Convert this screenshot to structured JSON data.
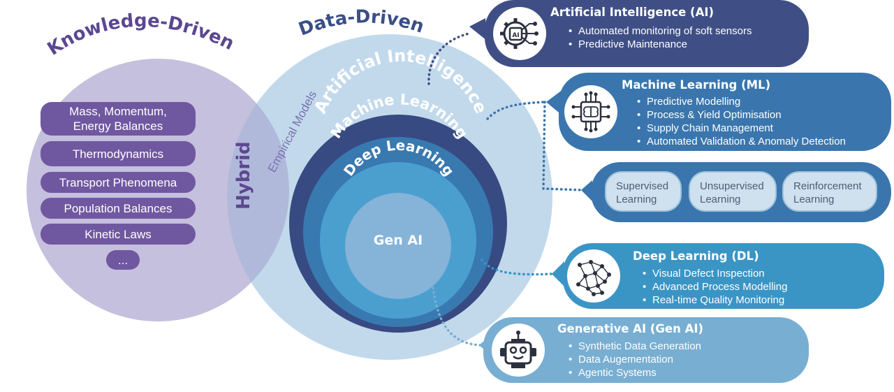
{
  "venn": {
    "knowledge_title": "Knowledge-Driven",
    "data_title": "Data-Driven",
    "hybrid_label": "Hybrid",
    "empirical_label": "Empirical Models"
  },
  "knowledge_items": [
    "Mass, Momentum,\nEnergy Balances",
    "Thermodynamics",
    "Transport Phenomena",
    "Population Balances",
    "Kinetic Laws",
    "..."
  ],
  "nested_rings": {
    "ai": "Artificial Intelligence",
    "ml": "Machine Learning",
    "dl": "Deep Learning",
    "genai": "Gen AI"
  },
  "panels": {
    "ai": {
      "title": "Artificial Intelligence (AI)",
      "bullets": [
        "Automated monitoring of soft sensors",
        "Predictive Maintenance"
      ],
      "icon": "ai-gear-chip-icon",
      "color": "#3f4f86"
    },
    "ml": {
      "title": "Machine Learning (ML)",
      "bullets": [
        "Predictive Modelling",
        "Process & Yield Optimisation",
        "Supply Chain Management",
        "Automated Validation & Anomaly Detection"
      ],
      "icon": "brain-chip-icon",
      "color": "#3a76ad"
    },
    "learning_types": {
      "items": [
        "Supervised\nLearning",
        "Unsupervised\nLearning",
        "Reinforcement\nLearning"
      ],
      "color": "#3a76ad"
    },
    "dl": {
      "title": "Deep Learning (DL)",
      "bullets": [
        "Visual Defect Inspection",
        "Advanced Process Modelling",
        "Real-time Quality Monitoring"
      ],
      "icon": "neural-network-icon",
      "color": "#3a95c5"
    },
    "genai": {
      "title": "Generative AI (Gen AI)",
      "bullets": [
        "Synthetic Data Generation",
        "Data Augementation",
        "Agentic Systems"
      ],
      "icon": "robot-icon",
      "color": "#78aed2"
    }
  }
}
